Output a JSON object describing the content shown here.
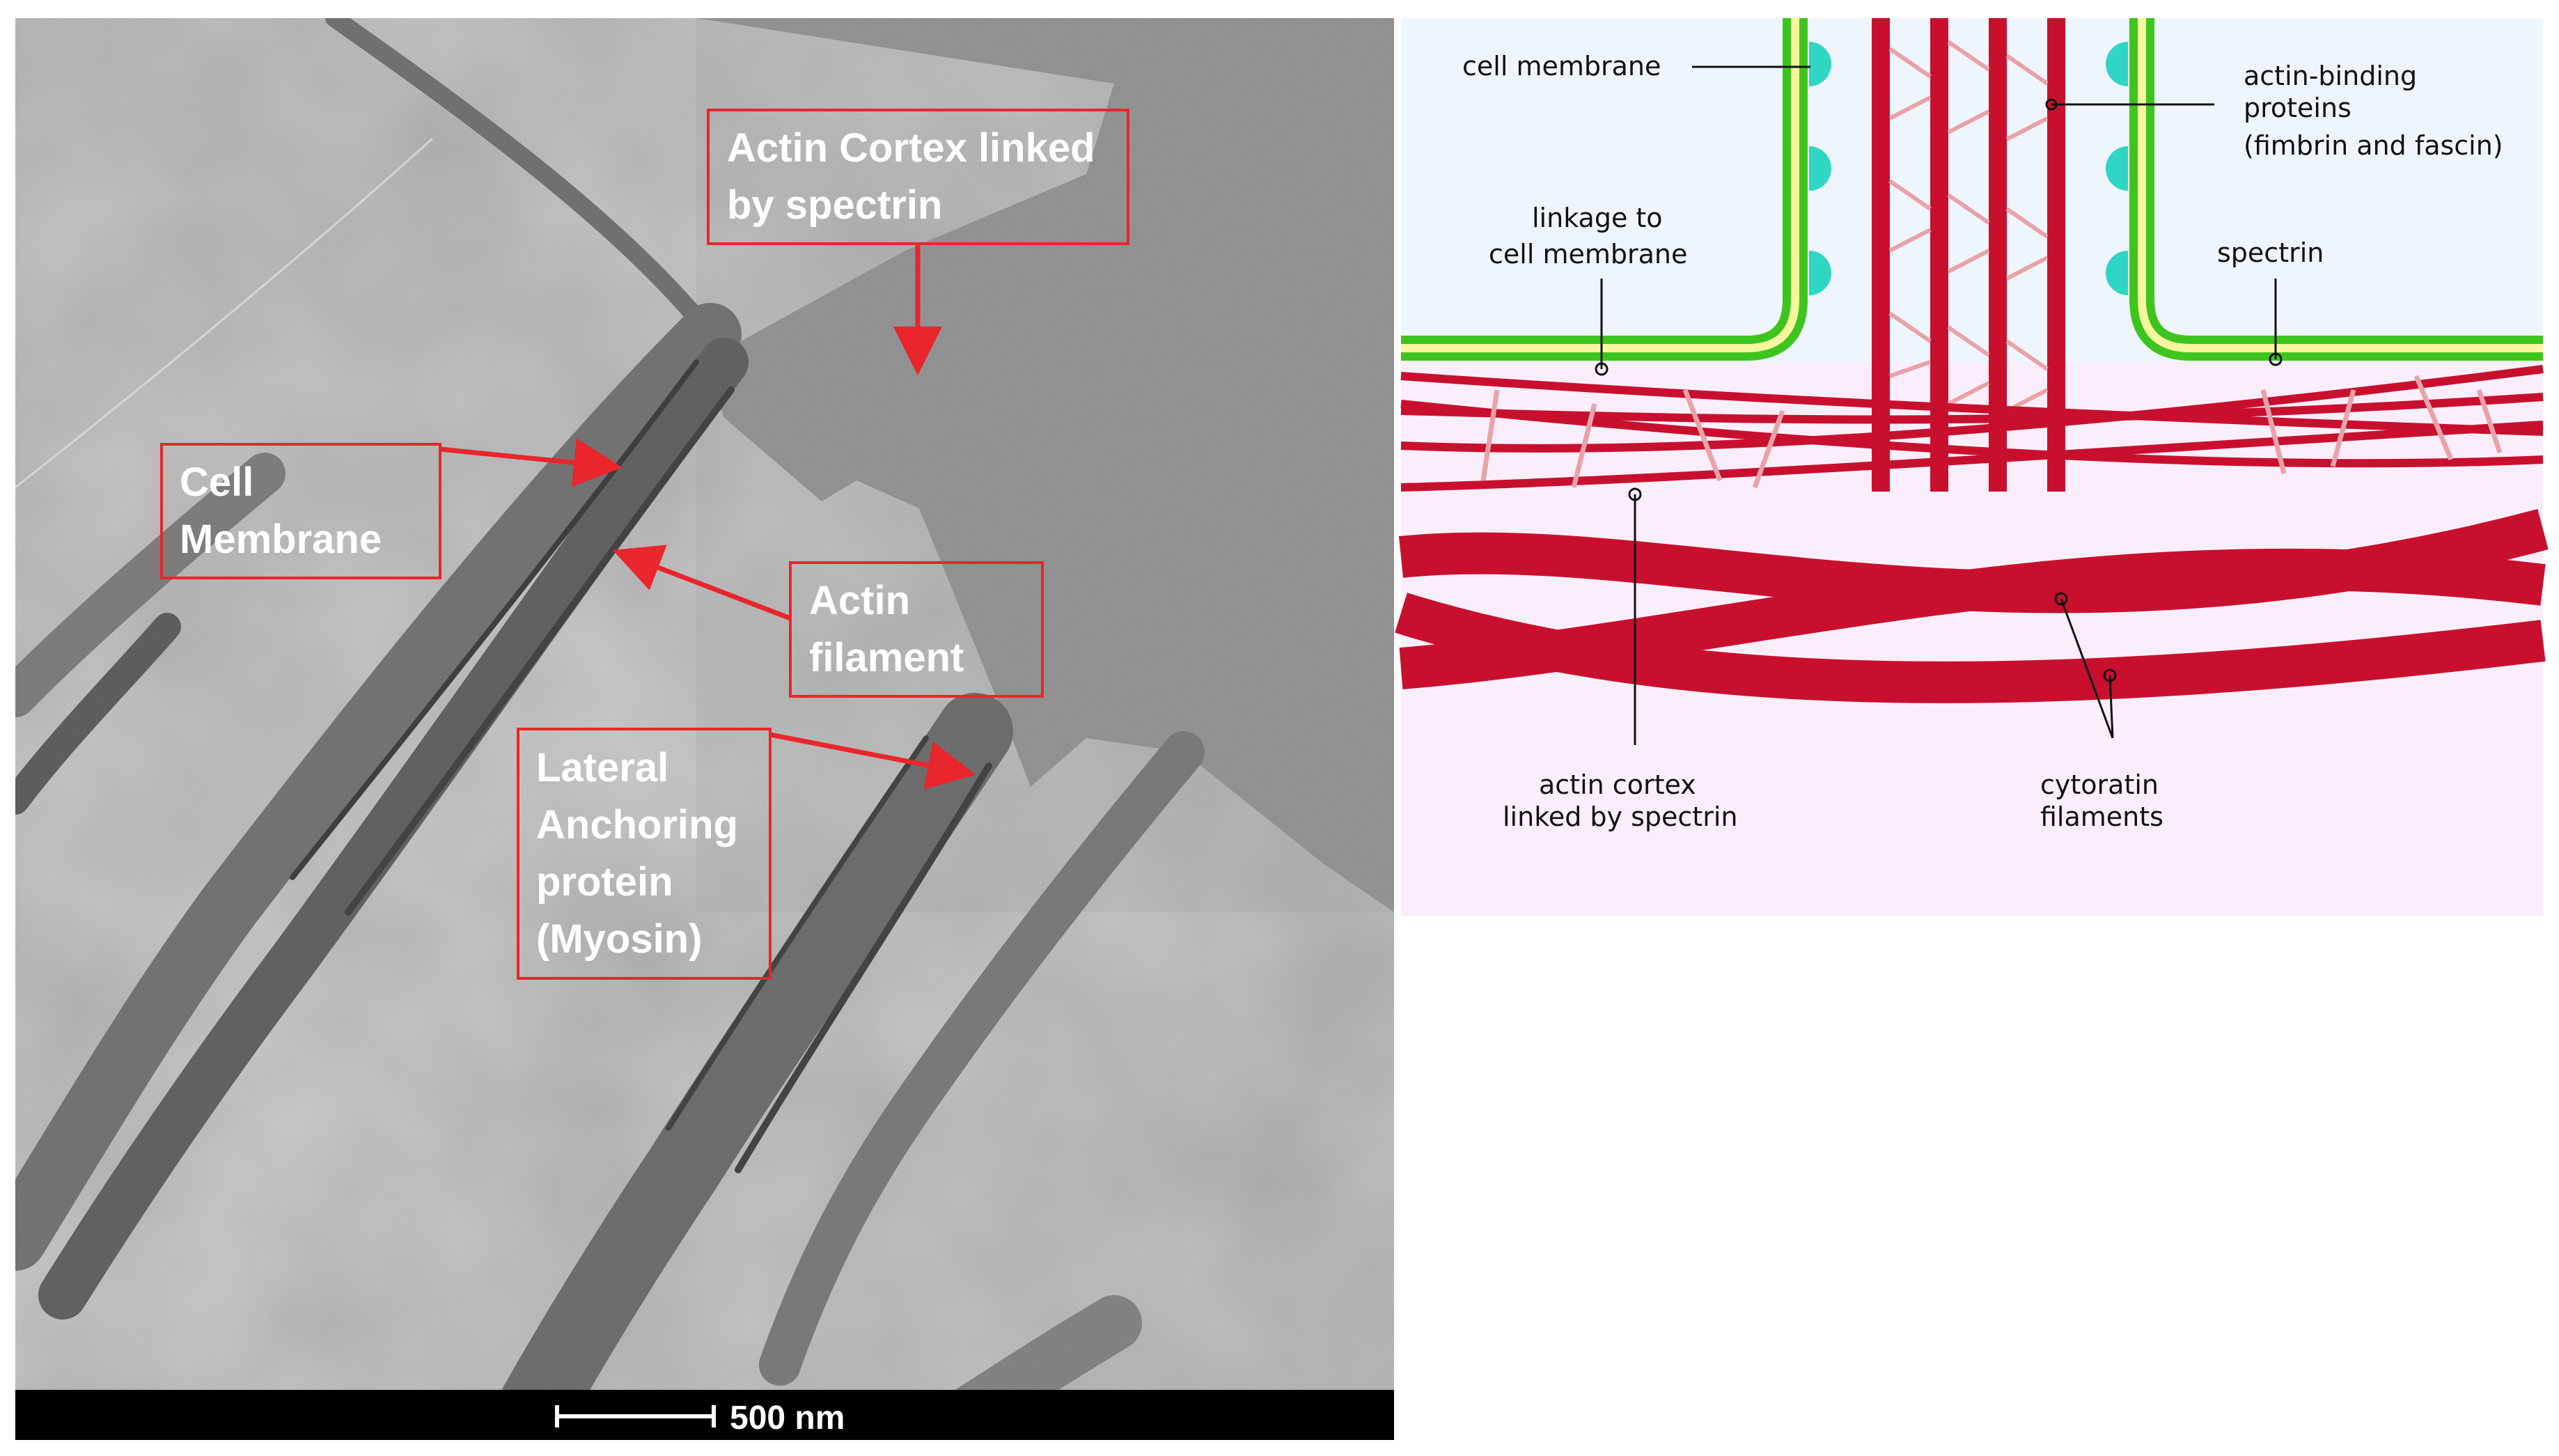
{
  "micrograph": {
    "callouts": [
      {
        "id": "actin-cortex",
        "lines": [
          "Actin Cortex linked",
          "by spectrin"
        ]
      },
      {
        "id": "cell-membrane",
        "lines": [
          "Cell",
          "Membrane"
        ]
      },
      {
        "id": "actin-filament",
        "lines": [
          "Actin",
          "filament"
        ]
      },
      {
        "id": "lateral-anchoring",
        "lines": [
          "Lateral",
          "Anchoring",
          "protein",
          "(Myosin)"
        ]
      }
    ],
    "scale_bar": {
      "label": "500 nm"
    },
    "colors": {
      "callout_border": "#e8262b",
      "arrow": "#e8262b",
      "bar": "#000000"
    }
  },
  "schematic": {
    "labels": {
      "cell_membrane": [
        "cell membrane"
      ],
      "actin_binding": [
        "actin-binding",
        "proteins",
        "(fimbrin and fascin)"
      ],
      "linkage": [
        "linkage to",
        "cell membrane"
      ],
      "spectrin": [
        "spectrin"
      ],
      "actin_cortex": [
        "actin cortex",
        "linked by spectrin"
      ],
      "cytokeratin": [
        "cytoratin",
        "filaments"
      ]
    },
    "colors": {
      "membrane_green": "#3ec51d",
      "membrane_yellow": "#f7f7a0",
      "actin_red": "#c8102e",
      "link_pink": "#e9a2a8",
      "binding_cyan": "#2fd6c4",
      "bg_top": "#eef5fc",
      "bg_bottom": "#fbeefb"
    }
  }
}
